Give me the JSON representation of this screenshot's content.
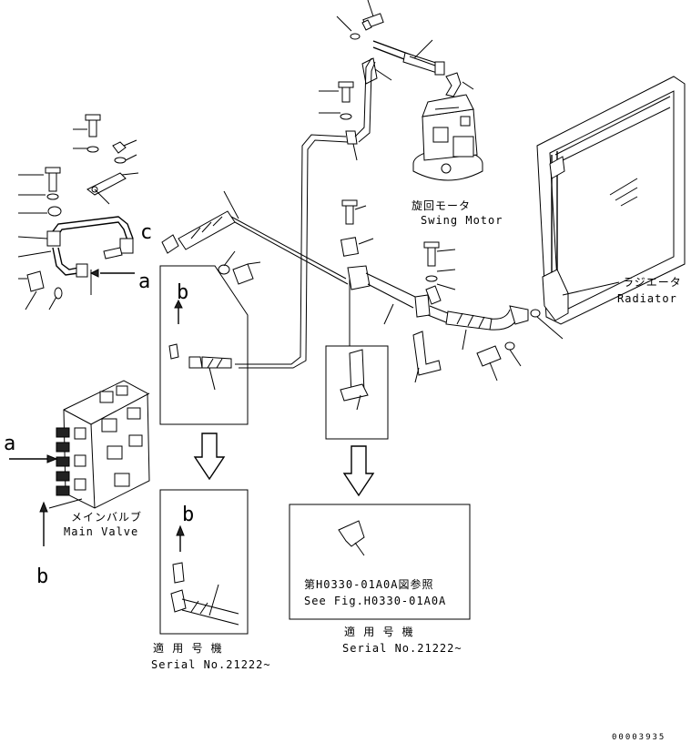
{
  "labels": {
    "swing_motor_jp": "旋回モータ",
    "swing_motor_en": "Swing Motor",
    "radiator_jp": "ラジエータ",
    "radiator_en": "Radiator",
    "main_valve_jp": "メインバルブ",
    "main_valve_en": "Main Valve",
    "see_fig_jp": "第H0330-01A0A図参照",
    "see_fig_en": "See Fig.H0330-01A0A",
    "serial_jp_1": "適 用 号 機",
    "serial_en_1": "Serial No.21222~",
    "serial_jp_2": "適 用 号 機",
    "serial_en_2": "Serial No.21222~",
    "ref_a_top": "a",
    "ref_a_left": "a",
    "ref_b_inset": "b",
    "ref_b_inset2": "b",
    "ref_b_left": "b",
    "ref_c": "c",
    "drawing_number": "00003935"
  }
}
